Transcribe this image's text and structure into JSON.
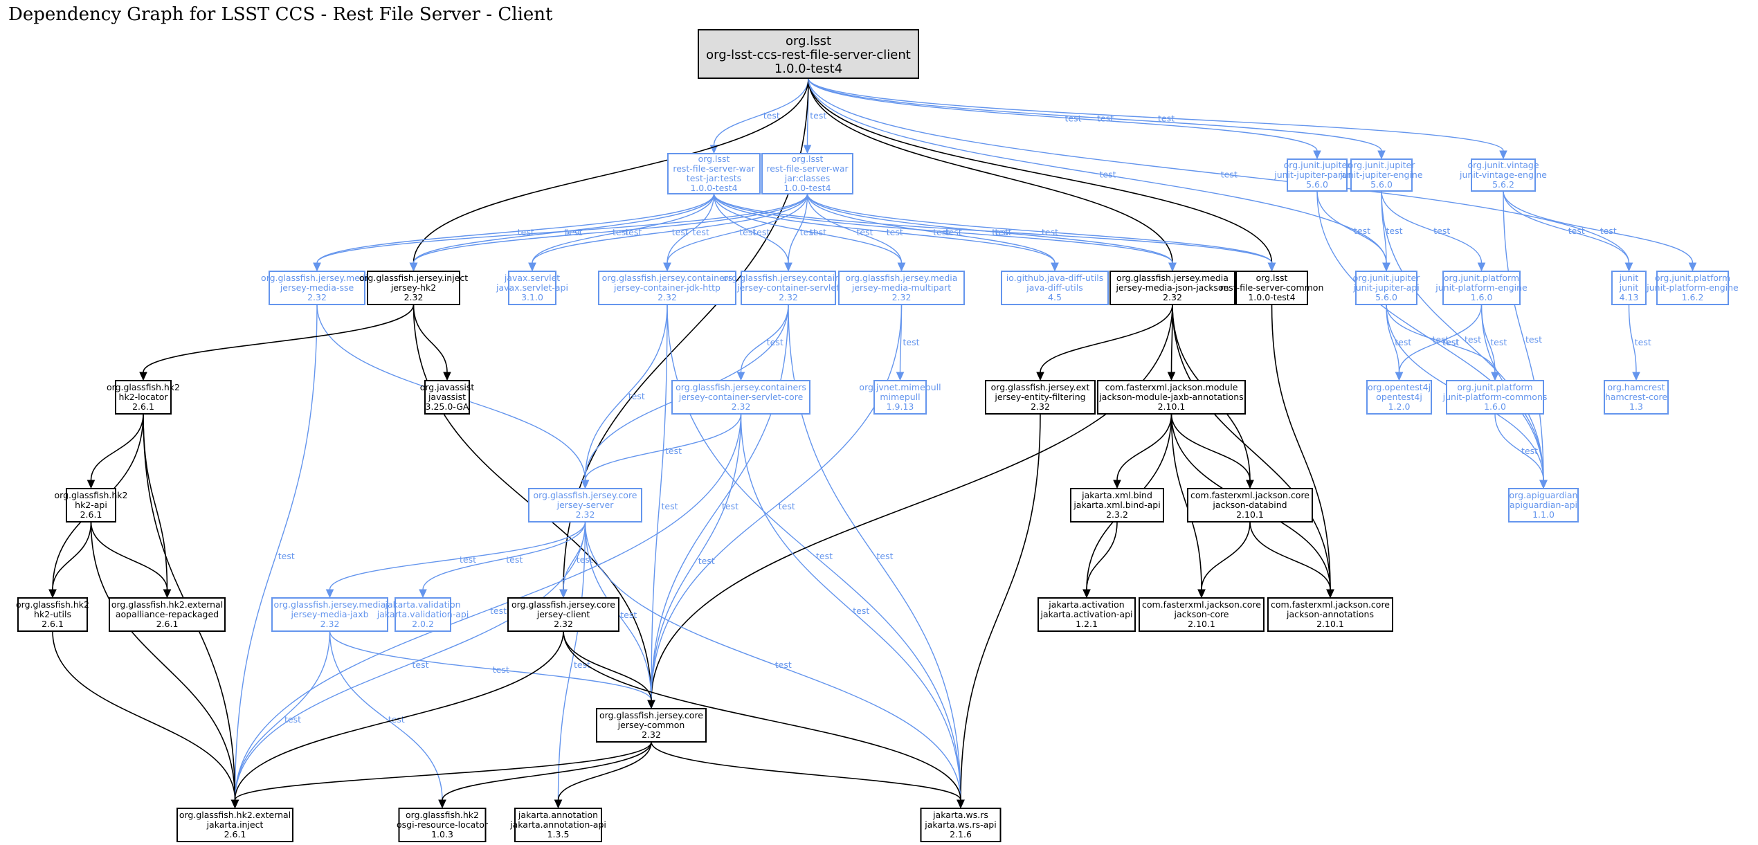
{
  "title": "Dependency Graph for LSST CCS - Rest File Server - Client",
  "colors": {
    "compile": "#000000",
    "test": "#6495ed",
    "root_fill": "#dddddd"
  },
  "nodes": [
    {
      "id": "root",
      "group": "org.lsst",
      "artifact": "org-lsst-ccs-rest-file-server-client",
      "version": "1.0.0-test4",
      "scope": "root"
    },
    {
      "id": "war_tests",
      "group": "org.lsst",
      "artifact": "rest-file-server-war",
      "classifier": "test-jar:tests",
      "version": "1.0.0-test4",
      "scope": "test"
    },
    {
      "id": "war_classes",
      "group": "org.lsst",
      "artifact": "rest-file-server-war",
      "classifier": "jar:classes",
      "version": "1.0.0-test4",
      "scope": "test"
    },
    {
      "id": "jupiter_params",
      "group": "org.junit.jupiter",
      "artifact": "junit-jupiter-params",
      "version": "5.6.0",
      "scope": "test"
    },
    {
      "id": "jupiter_engine",
      "group": "org.junit.jupiter",
      "artifact": "junit-jupiter-engine",
      "version": "5.6.0",
      "scope": "test"
    },
    {
      "id": "vintage_engine",
      "group": "org.junit.vintage",
      "artifact": "junit-vintage-engine",
      "version": "5.6.2",
      "scope": "test"
    },
    {
      "id": "media_sse",
      "group": "org.glassfish.jersey.media",
      "artifact": "jersey-media-sse",
      "version": "2.32",
      "scope": "test"
    },
    {
      "id": "inject_hk2",
      "group": "org.glassfish.jersey.inject",
      "artifact": "jersey-hk2",
      "version": "2.32",
      "scope": "compile"
    },
    {
      "id": "servlet_api",
      "group": "javax.servlet",
      "artifact": "javax.servlet-api",
      "version": "3.1.0",
      "scope": "test"
    },
    {
      "id": "jdk_http",
      "group": "org.glassfish.jersey.containers",
      "artifact": "jersey-container-jdk-http",
      "version": "2.32",
      "scope": "test"
    },
    {
      "id": "container_servlet",
      "group": "org.glassfish.jersey.containers",
      "artifact": "jersey-container-servlet",
      "version": "2.32",
      "scope": "test"
    },
    {
      "id": "media_multipart",
      "group": "org.glassfish.jersey.media",
      "artifact": "jersey-media-multipart",
      "version": "2.32",
      "scope": "test"
    },
    {
      "id": "diff_utils",
      "group": "io.github.java-diff-utils",
      "artifact": "java-diff-utils",
      "version": "4.5",
      "scope": "test"
    },
    {
      "id": "json_jackson",
      "group": "org.glassfish.jersey.media",
      "artifact": "jersey-media-json-jackson",
      "version": "2.32",
      "scope": "compile"
    },
    {
      "id": "rfs_common",
      "group": "org.lsst",
      "artifact": "rest-file-server-common",
      "version": "1.0.0-test4",
      "scope": "compile"
    },
    {
      "id": "jupiter_api",
      "group": "org.junit.jupiter",
      "artifact": "junit-jupiter-api",
      "version": "5.6.0",
      "scope": "test"
    },
    {
      "id": "platform_engine_160",
      "group": "org.junit.platform",
      "artifact": "junit-platform-engine",
      "version": "1.6.0",
      "scope": "test"
    },
    {
      "id": "junit",
      "group": "junit",
      "artifact": "junit",
      "version": "4.13",
      "scope": "test"
    },
    {
      "id": "platform_engine_162",
      "group": "org.junit.platform",
      "artifact": "junit-platform-engine",
      "version": "1.6.2",
      "scope": "test"
    },
    {
      "id": "hk2_locator",
      "group": "org.glassfish.hk2",
      "artifact": "hk2-locator",
      "version": "2.6.1",
      "scope": "compile"
    },
    {
      "id": "javassist",
      "group": "org.javassist",
      "artifact": "javassist",
      "version": "3.25.0-GA",
      "scope": "compile"
    },
    {
      "id": "servlet_core",
      "group": "org.glassfish.jersey.containers",
      "artifact": "jersey-container-servlet-core",
      "version": "2.32",
      "scope": "test"
    },
    {
      "id": "mimepull",
      "group": "org.jvnet.mimepull",
      "artifact": "mimepull",
      "version": "1.9.13",
      "scope": "test"
    },
    {
      "id": "entity_filtering",
      "group": "org.glassfish.jersey.ext",
      "artifact": "jersey-entity-filtering",
      "version": "2.32",
      "scope": "compile"
    },
    {
      "id": "jaxb_annotations",
      "group": "com.fasterxml.jackson.module",
      "artifact": "jackson-module-jaxb-annotations",
      "version": "2.10.1",
      "scope": "compile"
    },
    {
      "id": "opentest4j",
      "group": "org.opentest4j",
      "artifact": "opentest4j",
      "version": "1.2.0",
      "scope": "test"
    },
    {
      "id": "platform_commons",
      "group": "org.junit.platform",
      "artifact": "junit-platform-commons",
      "version": "1.6.0",
      "scope": "test"
    },
    {
      "id": "hamcrest",
      "group": "org.hamcrest",
      "artifact": "hamcrest-core",
      "version": "1.3",
      "scope": "test"
    },
    {
      "id": "hk2_api",
      "group": "org.glassfish.hk2",
      "artifact": "hk2-api",
      "version": "2.6.1",
      "scope": "compile"
    },
    {
      "id": "jersey_server",
      "group": "org.glassfish.jersey.core",
      "artifact": "jersey-server",
      "version": "2.32",
      "scope": "test"
    },
    {
      "id": "xml_bind",
      "group": "jakarta.xml.bind",
      "artifact": "jakarta.xml.bind-api",
      "version": "2.3.2",
      "scope": "compile"
    },
    {
      "id": "databind",
      "group": "com.fasterxml.jackson.core",
      "artifact": "jackson-databind",
      "version": "2.10.1",
      "scope": "compile"
    },
    {
      "id": "apiguardian",
      "group": "org.apiguardian",
      "artifact": "apiguardian-api",
      "version": "1.1.0",
      "scope": "test"
    },
    {
      "id": "hk2_utils",
      "group": "org.glassfish.hk2",
      "artifact": "hk2-utils",
      "version": "2.6.1",
      "scope": "compile"
    },
    {
      "id": "aopalliance",
      "group": "org.glassfish.hk2.external",
      "artifact": "aopalliance-repackaged",
      "version": "2.6.1",
      "scope": "compile"
    },
    {
      "id": "media_jaxb",
      "group": "org.glassfish.jersey.media",
      "artifact": "jersey-media-jaxb",
      "version": "2.32",
      "scope": "test"
    },
    {
      "id": "validation",
      "group": "jakarta.validation",
      "artifact": "jakarta.validation-api",
      "version": "2.0.2",
      "scope": "test"
    },
    {
      "id": "jersey_client",
      "group": "org.glassfish.jersey.core",
      "artifact": "jersey-client",
      "version": "2.32",
      "scope": "compile"
    },
    {
      "id": "activation",
      "group": "jakarta.activation",
      "artifact": "jakarta.activation-api",
      "version": "1.2.1",
      "scope": "compile"
    },
    {
      "id": "jackson_core",
      "group": "com.fasterxml.jackson.core",
      "artifact": "jackson-core",
      "version": "2.10.1",
      "scope": "compile"
    },
    {
      "id": "jackson_annotations",
      "group": "com.fasterxml.jackson.core",
      "artifact": "jackson-annotations",
      "version": "2.10.1",
      "scope": "compile"
    },
    {
      "id": "jersey_common",
      "group": "org.glassfish.jersey.core",
      "artifact": "jersey-common",
      "version": "2.32",
      "scope": "compile"
    },
    {
      "id": "jakarta_inject",
      "group": "org.glassfish.hk2.external",
      "artifact": "jakarta.inject",
      "version": "2.6.1",
      "scope": "compile"
    },
    {
      "id": "osgi_locator",
      "group": "org.glassfish.hk2",
      "artifact": "osgi-resource-locator",
      "version": "1.0.3",
      "scope": "compile"
    },
    {
      "id": "annotation_api",
      "group": "jakarta.annotation",
      "artifact": "jakarta.annotation-api",
      "version": "1.3.5",
      "scope": "compile"
    },
    {
      "id": "ws_rs",
      "group": "jakarta.ws.rs",
      "artifact": "jakarta.ws.rs-api",
      "version": "2.1.6",
      "scope": "compile"
    }
  ],
  "edges": [
    {
      "from": "root",
      "to": "war_tests",
      "label": "test"
    },
    {
      "from": "root",
      "to": "war_classes",
      "label": "test"
    },
    {
      "from": "root",
      "to": "inject_hk2",
      "label": ""
    },
    {
      "from": "root",
      "to": "jersey_client",
      "label": ""
    },
    {
      "from": "root",
      "to": "json_jackson",
      "label": ""
    },
    {
      "from": "root",
      "to": "rfs_common",
      "label": ""
    },
    {
      "from": "root",
      "to": "jupiter_params",
      "label": "test"
    },
    {
      "from": "root",
      "to": "jupiter_engine",
      "label": "test"
    },
    {
      "from": "root",
      "to": "vintage_engine",
      "label": "test"
    },
    {
      "from": "root",
      "to": "jupiter_api",
      "label": "test"
    },
    {
      "from": "root",
      "to": "junit",
      "label": "test"
    },
    {
      "from": "war_tests",
      "to": "media_sse",
      "label": "test"
    },
    {
      "from": "war_tests",
      "to": "inject_hk2",
      "label": "test"
    },
    {
      "from": "war_tests",
      "to": "servlet_api",
      "label": "test"
    },
    {
      "from": "war_tests",
      "to": "jdk_http",
      "label": "test"
    },
    {
      "from": "war_tests",
      "to": "container_servlet",
      "label": "test"
    },
    {
      "from": "war_tests",
      "to": "media_multipart",
      "label": "test"
    },
    {
      "from": "war_tests",
      "to": "diff_utils",
      "label": "test"
    },
    {
      "from": "war_tests",
      "to": "json_jackson",
      "label": "test"
    },
    {
      "from": "war_tests",
      "to": "rfs_common",
      "label": "test"
    },
    {
      "from": "war_classes",
      "to": "media_sse",
      "label": "test"
    },
    {
      "from": "war_classes",
      "to": "inject_hk2",
      "label": "test"
    },
    {
      "from": "war_classes",
      "to": "servlet_api",
      "label": "test"
    },
    {
      "from": "war_classes",
      "to": "jdk_http",
      "label": "test"
    },
    {
      "from": "war_classes",
      "to": "container_servlet",
      "label": "test"
    },
    {
      "from": "war_classes",
      "to": "media_multipart",
      "label": "test"
    },
    {
      "from": "war_classes",
      "to": "diff_utils",
      "label": "test"
    },
    {
      "from": "war_classes",
      "to": "json_jackson",
      "label": "test"
    },
    {
      "from": "war_classes",
      "to": "rfs_common",
      "label": "test"
    },
    {
      "from": "jupiter_params",
      "to": "jupiter_api",
      "label": "test"
    },
    {
      "from": "jupiter_params",
      "to": "apiguardian",
      "label": "test"
    },
    {
      "from": "jupiter_engine",
      "to": "jupiter_api",
      "label": "test"
    },
    {
      "from": "jupiter_engine",
      "to": "platform_engine_160",
      "label": "test"
    },
    {
      "from": "jupiter_engine",
      "to": "apiguardian",
      "label": "test"
    },
    {
      "from": "vintage_engine",
      "to": "junit",
      "label": "test"
    },
    {
      "from": "vintage_engine",
      "to": "platform_engine_162",
      "label": "test"
    },
    {
      "from": "vintage_engine",
      "to": "apiguardian",
      "label": "test"
    },
    {
      "from": "junit",
      "to": "hamcrest",
      "label": "test"
    },
    {
      "from": "jupiter_api",
      "to": "opentest4j",
      "label": "test"
    },
    {
      "from": "jupiter_api",
      "to": "platform_commons",
      "label": "test"
    },
    {
      "from": "jupiter_api",
      "to": "apiguardian",
      "label": "test"
    },
    {
      "from": "platform_engine_160",
      "to": "opentest4j",
      "label": "test"
    },
    {
      "from": "platform_engine_160",
      "to": "platform_commons",
      "label": "test"
    },
    {
      "from": "platform_engine_160",
      "to": "apiguardian",
      "label": "test"
    },
    {
      "from": "platform_commons",
      "to": "apiguardian",
      "label": "test"
    },
    {
      "from": "media_sse",
      "to": "jersey_server",
      "label": "test"
    },
    {
      "from": "media_sse",
      "to": "jakarta_inject",
      "label": "test"
    },
    {
      "from": "inject_hk2",
      "to": "hk2_locator",
      "label": ""
    },
    {
      "from": "inject_hk2",
      "to": "javassist",
      "label": ""
    },
    {
      "from": "inject_hk2",
      "to": "jersey_common",
      "label": ""
    },
    {
      "from": "jdk_http",
      "to": "jersey_server",
      "label": "test"
    },
    {
      "from": "jdk_http",
      "to": "jersey_common",
      "label": "test"
    },
    {
      "from": "jdk_http",
      "to": "ws_rs",
      "label": "test"
    },
    {
      "from": "container_servlet",
      "to": "servlet_core",
      "label": "test"
    },
    {
      "from": "container_servlet",
      "to": "jersey_server",
      "label": "test"
    },
    {
      "from": "container_servlet",
      "to": "jersey_common",
      "label": "test"
    },
    {
      "from": "container_servlet",
      "to": "ws_rs",
      "label": "test"
    },
    {
      "from": "media_multipart",
      "to": "mimepull",
      "label": "test"
    },
    {
      "from": "media_multipart",
      "to": "jersey_common",
      "label": "test"
    },
    {
      "from": "json_jackson",
      "to": "entity_filtering",
      "label": ""
    },
    {
      "from": "json_jackson",
      "to": "jaxb_annotations",
      "label": ""
    },
    {
      "from": "json_jackson",
      "to": "databind",
      "label": ""
    },
    {
      "from": "json_jackson",
      "to": "jackson_annotations",
      "label": ""
    },
    {
      "from": "json_jackson",
      "to": "jersey_common",
      "label": ""
    },
    {
      "from": "rfs_common",
      "to": "jackson_annotations",
      "label": ""
    },
    {
      "from": "servlet_core",
      "to": "jersey_server",
      "label": "test"
    },
    {
      "from": "servlet_core",
      "to": "jakarta_inject",
      "label": "test"
    },
    {
      "from": "servlet_core",
      "to": "jersey_common",
      "label": "test"
    },
    {
      "from": "servlet_core",
      "to": "ws_rs",
      "label": "test"
    },
    {
      "from": "entity_filtering",
      "to": "ws_rs",
      "label": ""
    },
    {
      "from": "jaxb_annotations",
      "to": "xml_bind",
      "label": ""
    },
    {
      "from": "jaxb_annotations",
      "to": "activation",
      "label": ""
    },
    {
      "from": "jaxb_annotations",
      "to": "databind",
      "label": ""
    },
    {
      "from": "jaxb_annotations",
      "to": "jackson_core",
      "label": ""
    },
    {
      "from": "jaxb_annotations",
      "to": "jackson_annotations",
      "label": ""
    },
    {
      "from": "xml_bind",
      "to": "activation",
      "label": ""
    },
    {
      "from": "databind",
      "to": "jackson_core",
      "label": ""
    },
    {
      "from": "databind",
      "to": "jackson_annotations",
      "label": ""
    },
    {
      "from": "hk2_locator",
      "to": "hk2_api",
      "label": ""
    },
    {
      "from": "hk2_locator",
      "to": "hk2_utils",
      "label": ""
    },
    {
      "from": "hk2_locator",
      "to": "aopalliance",
      "label": ""
    },
    {
      "from": "hk2_locator",
      "to": "jakarta_inject",
      "label": ""
    },
    {
      "from": "hk2_api",
      "to": "hk2_utils",
      "label": ""
    },
    {
      "from": "hk2_api",
      "to": "aopalliance",
      "label": ""
    },
    {
      "from": "hk2_api",
      "to": "jakarta_inject",
      "label": ""
    },
    {
      "from": "hk2_utils",
      "to": "jakarta_inject",
      "label": ""
    },
    {
      "from": "jersey_server",
      "to": "media_jaxb",
      "label": "test"
    },
    {
      "from": "jersey_server",
      "to": "validation",
      "label": "test"
    },
    {
      "from": "jersey_server",
      "to": "jersey_client",
      "label": "test"
    },
    {
      "from": "jersey_server",
      "to": "jersey_common",
      "label": "test"
    },
    {
      "from": "jersey_server",
      "to": "jakarta_inject",
      "label": "test"
    },
    {
      "from": "jersey_server",
      "to": "annotation_api",
      "label": "test"
    },
    {
      "from": "jersey_server",
      "to": "ws_rs",
      "label": "test"
    },
    {
      "from": "media_jaxb",
      "to": "jersey_common",
      "label": "test"
    },
    {
      "from": "media_jaxb",
      "to": "jakarta_inject",
      "label": "test"
    },
    {
      "from": "media_jaxb",
      "to": "osgi_locator",
      "label": "test"
    },
    {
      "from": "jersey_client",
      "to": "jersey_common",
      "label": ""
    },
    {
      "from": "jersey_client",
      "to": "jakarta_inject",
      "label": ""
    },
    {
      "from": "jersey_client",
      "to": "ws_rs",
      "label": ""
    },
    {
      "from": "jersey_common",
      "to": "jakarta_inject",
      "label": ""
    },
    {
      "from": "jersey_common",
      "to": "osgi_locator",
      "label": ""
    },
    {
      "from": "jersey_common",
      "to": "annotation_api",
      "label": ""
    },
    {
      "from": "jersey_common",
      "to": "ws_rs",
      "label": ""
    }
  ]
}
